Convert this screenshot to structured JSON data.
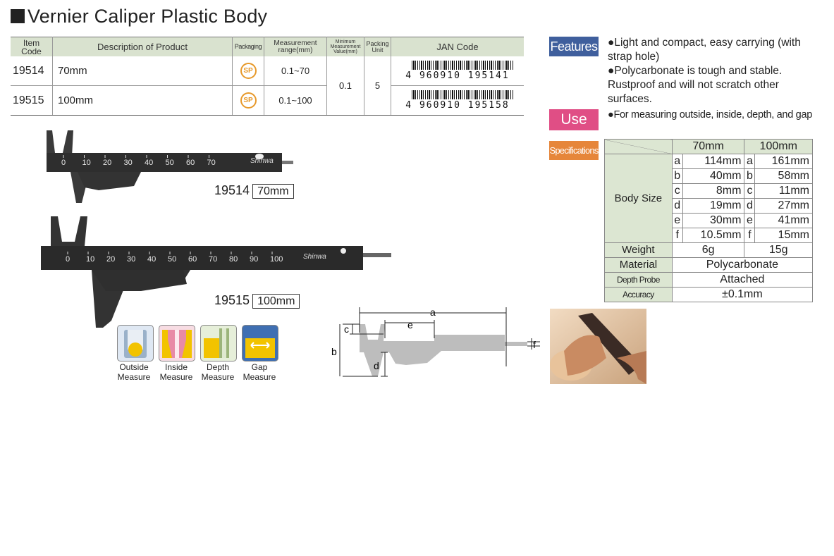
{
  "title": "Vernier Caliper Plastic Body",
  "table": {
    "headers": {
      "item_code": "Item Code",
      "description": "Description of Product",
      "packaging": "Packaging",
      "range": "Measurement range(mm)",
      "min_value": "Minimum Measurement Value(mm)",
      "packing_unit": "Packing Unit",
      "jan": "JAN Code"
    },
    "rows": [
      {
        "code": "19514",
        "desc": "70mm",
        "pack": "SP",
        "range": "0.1~70",
        "jan_lead": "4",
        "jan_rest": "960910 195141"
      },
      {
        "code": "19515",
        "desc": "100mm",
        "pack": "SP",
        "range": "0.1~100",
        "jan_lead": "4",
        "jan_rest": "960910 195158"
      }
    ],
    "min_value": "0.1",
    "packing_unit": "5"
  },
  "features_tag": "Features",
  "features": [
    "●Light and compact, easy carrying (with strap hole)",
    "●Polycarbonate is tough and stable. Rustproof and will not scratch other surfaces."
  ],
  "use_tag": "Use",
  "use_text": "●For measuring outside, inside, depth, and gap",
  "spec_tag": "Specifications",
  "spec": {
    "col1": "70mm",
    "col2": "100mm",
    "body_size": "Body Size",
    "rows": [
      {
        "k": "a",
        "v1": "114mm",
        "v2": "161mm"
      },
      {
        "k": "b",
        "v1": "40mm",
        "v2": "58mm"
      },
      {
        "k": "c",
        "v1": "8mm",
        "v2": "11mm"
      },
      {
        "k": "d",
        "v1": "19mm",
        "v2": "27mm"
      },
      {
        "k": "e",
        "v1": "30mm",
        "v2": "41mm"
      },
      {
        "k": "f",
        "v1": "10.5mm",
        "v2": "15mm"
      }
    ],
    "weight_label": "Weight",
    "weight1": "6g",
    "weight2": "15g",
    "material_label": "Material",
    "material": "Polycarbonate",
    "depth_label": "Depth Probe",
    "depth": "Attached",
    "accuracy_label": "Accuracy",
    "accuracy": "±0.1mm"
  },
  "products": [
    {
      "code": "19514",
      "size": "70mm",
      "scale": [
        "0",
        "10",
        "20",
        "30",
        "40",
        "50",
        "60",
        "70"
      ]
    },
    {
      "code": "19515",
      "size": "100mm",
      "scale": [
        "0",
        "10",
        "20",
        "30",
        "40",
        "50",
        "60",
        "70",
        "80",
        "90",
        "100"
      ]
    }
  ],
  "icons": [
    {
      "label1": "Outside",
      "label2": "Measure"
    },
    {
      "label1": "Inside",
      "label2": "Measure"
    },
    {
      "label1": "Depth",
      "label2": "Measure"
    },
    {
      "label1": "Gap",
      "label2": "Measure"
    }
  ],
  "dims": {
    "a": "a",
    "b": "b",
    "c": "c",
    "d": "d",
    "e": "e",
    "f": "f"
  },
  "brand": "Shinwa"
}
